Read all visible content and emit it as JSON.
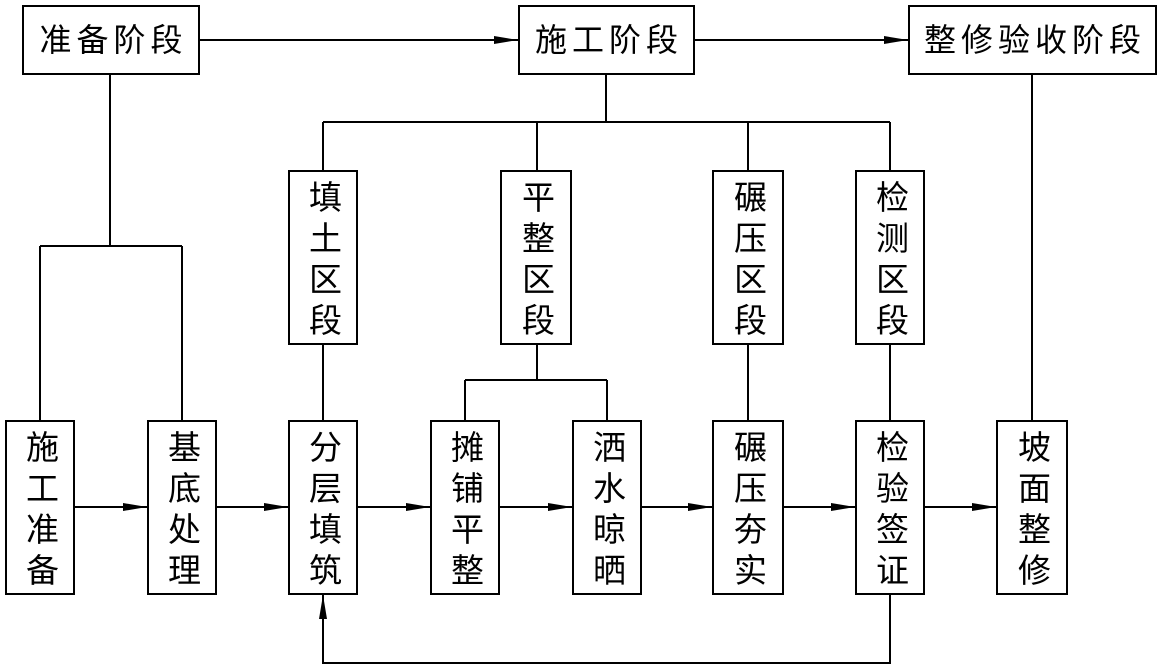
{
  "stages": [
    {
      "label": "准备阶段"
    },
    {
      "label": "施工阶段"
    },
    {
      "label": "整修验收阶段"
    }
  ],
  "sections": [
    {
      "label": "填土区段"
    },
    {
      "label": "平整区段"
    },
    {
      "label": "碾压区段"
    },
    {
      "label": "检测区段"
    }
  ],
  "steps": [
    {
      "label": "施工准备"
    },
    {
      "label": "基底处理"
    },
    {
      "label": "分层填筑"
    },
    {
      "label": "摊铺平整"
    },
    {
      "label": "洒水晾晒"
    },
    {
      "label": "碾压夯实"
    },
    {
      "label": "检验签证"
    },
    {
      "label": "坡面整修"
    }
  ],
  "colors": {
    "ink": "#000000",
    "paper": "#ffffff"
  }
}
